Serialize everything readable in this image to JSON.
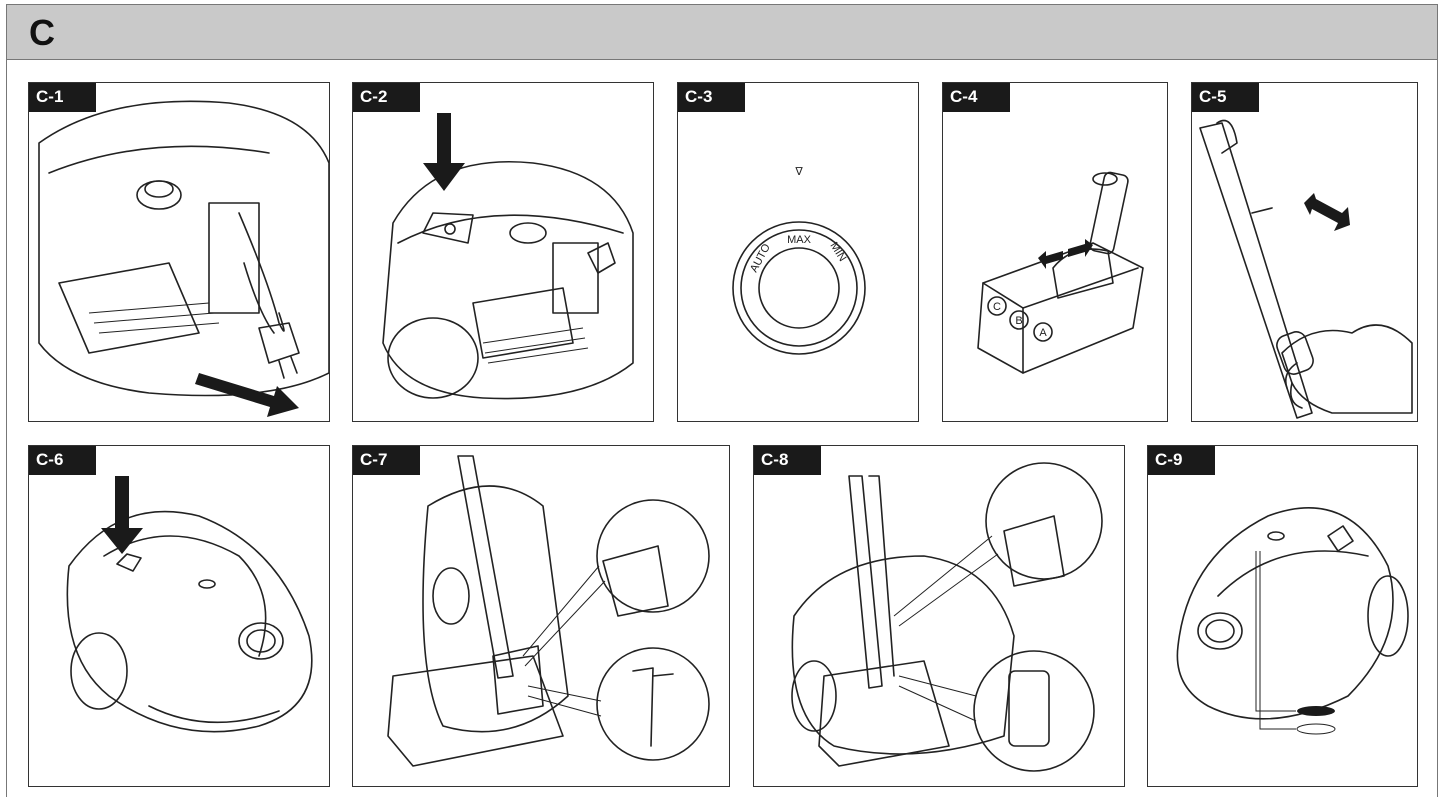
{
  "section": {
    "title": "C"
  },
  "panels": [
    {
      "label": "C-1"
    },
    {
      "label": "C-2"
    },
    {
      "label": "C-3",
      "dial": {
        "indicator": "∇",
        "labels": [
          "AUTO",
          "MAX",
          "MIN"
        ]
      }
    },
    {
      "label": "C-4",
      "positions": [
        "C",
        "B",
        "A"
      ]
    },
    {
      "label": "C-5"
    },
    {
      "label": "C-6"
    },
    {
      "label": "C-7"
    },
    {
      "label": "C-8"
    },
    {
      "label": "C-9"
    }
  ],
  "colors": {
    "header_bg": "#c9c9c9",
    "tag_bg": "#1a1a1a",
    "line": "#222222"
  }
}
